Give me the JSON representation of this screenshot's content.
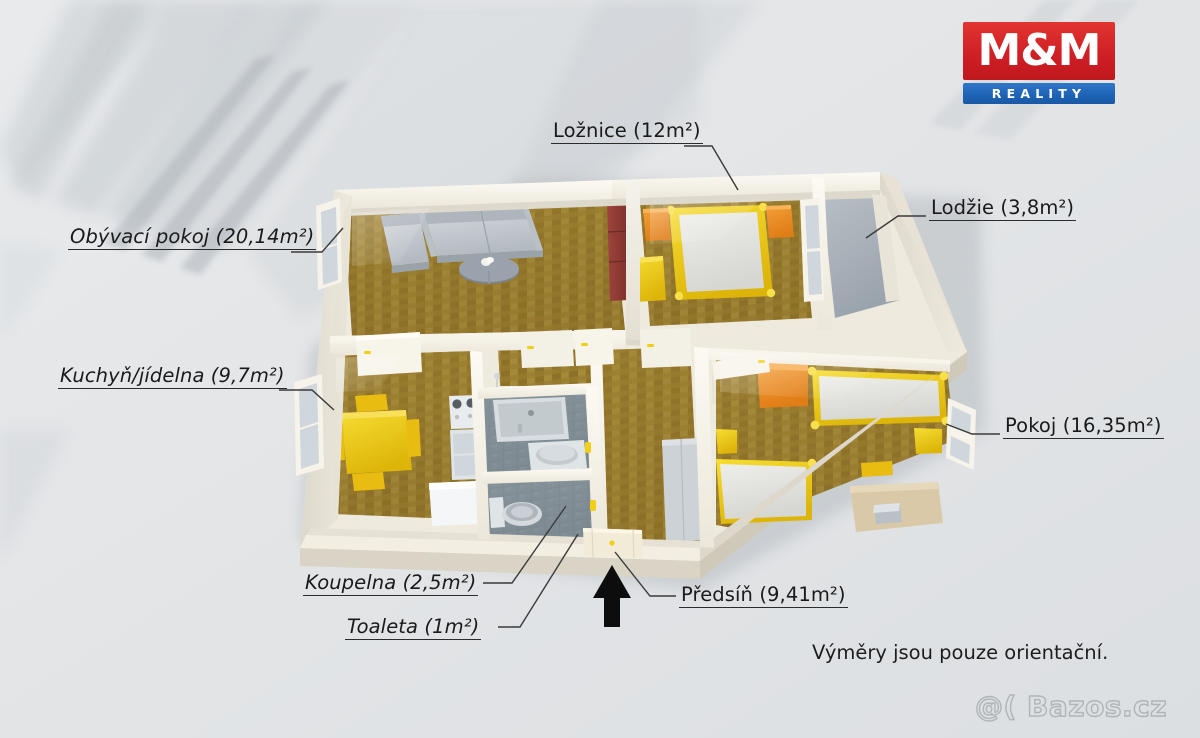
{
  "logo": {
    "brand": "M&M",
    "subtitle": "REALITY",
    "brand_color": "#cf2026",
    "subtitle_color": "#1e62b4"
  },
  "watermark": {
    "text": "@( Bazos.cz"
  },
  "footer_note": {
    "text": "Výměry jsou pouze orientační."
  },
  "floorplan": {
    "background_color": "#e3e5e7",
    "floor_color": "#9c7f30",
    "tile_color": "#7e8c94",
    "wall_color": "#f4f1e8",
    "accent_yellow": "#f2cf14",
    "accent_orange": "#ef8f26",
    "furniture_gray": "#c8cdd2",
    "shelf_red": "#8f3b35"
  },
  "rooms": [
    {
      "key": "obyvaci_pokoj",
      "label": "Obývací pokoj (20,14m²)",
      "name": "Obývací pokoj",
      "area": "20,14m²",
      "style": "italic",
      "side": "left"
    },
    {
      "key": "kuchyn_jidelna",
      "label": "Kuchyň/jídelna (9,7m²)",
      "name": "Kuchyň/jídelna",
      "area": "9,7m²",
      "style": "italic",
      "side": "left"
    },
    {
      "key": "loznice",
      "label": "Ložnice (12m²)",
      "name": "Ložnice",
      "area": "12m²",
      "style": "normal",
      "side": "top"
    },
    {
      "key": "lodzie",
      "label": "Lodžie (3,8m²)",
      "name": "Lodžie",
      "area": "3,8m²",
      "style": "normal",
      "side": "right"
    },
    {
      "key": "pokoj",
      "label": "Pokoj (16,35m²)",
      "name": "Pokoj",
      "area": "16,35m²",
      "style": "normal",
      "side": "right"
    },
    {
      "key": "koupelna",
      "label": "Koupelna (2,5m²)",
      "name": "Koupelna",
      "area": "2,5m²",
      "style": "italic",
      "side": "bottom"
    },
    {
      "key": "toaleta",
      "label": "Toaleta (1m²)",
      "name": "Toaleta",
      "area": "1m²",
      "style": "italic",
      "side": "bottom"
    },
    {
      "key": "predsin",
      "label": "Předsíň (9,41m²)",
      "name": "Předsíň",
      "area": "9,41m²",
      "style": "normal",
      "side": "bottom"
    }
  ],
  "entrance": {
    "icon": "up-arrow-icon",
    "meaning": "entrance"
  }
}
